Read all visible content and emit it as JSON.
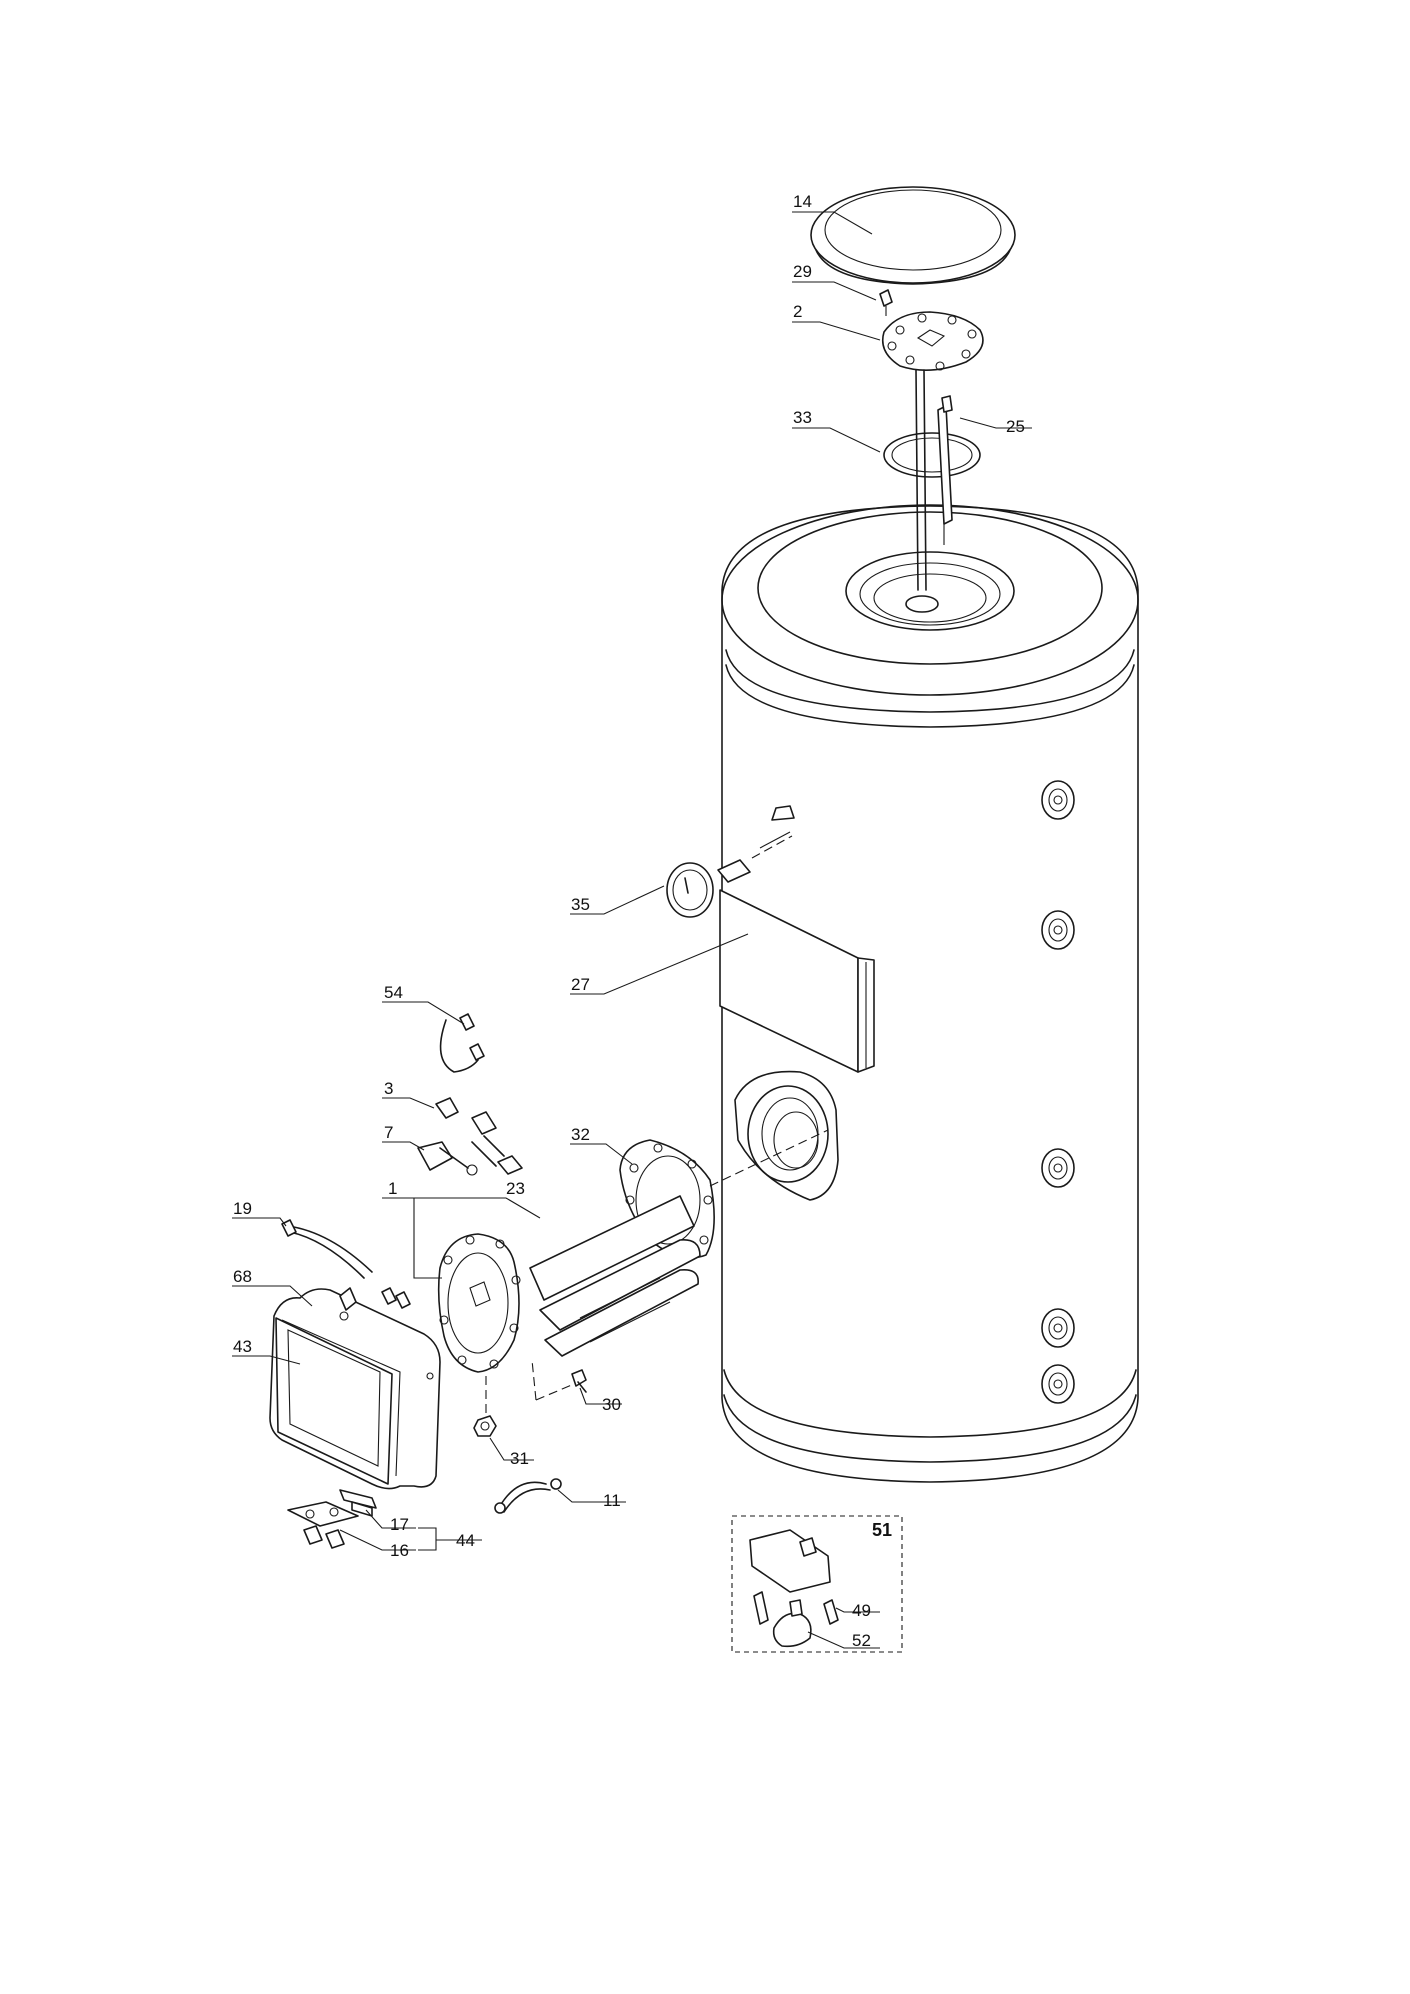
{
  "diagram": {
    "parts": {
      "p14": "14",
      "p29": "29",
      "p2": "2",
      "p33": "33",
      "p25": "25",
      "p35": "35",
      "p27": "27",
      "p54": "54",
      "p3": "3",
      "p7": "7",
      "p32": "32",
      "p1": "1",
      "p23": "23",
      "p19": "19",
      "p68": "68",
      "p43": "43",
      "p30": "30",
      "p31": "31",
      "p11": "11",
      "p17": "17",
      "p44": "44",
      "p16": "16",
      "p51": "51",
      "p49": "49",
      "p52": "52"
    }
  }
}
